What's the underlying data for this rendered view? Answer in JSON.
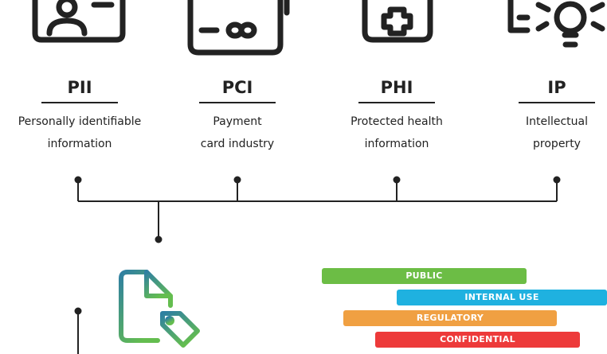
{
  "categories": [
    {
      "title": "PII",
      "desc1": "Personally identifiable",
      "desc2": "information",
      "icon": "id-card-icon"
    },
    {
      "title": "PCI",
      "desc1": "Payment",
      "desc2": "card industry",
      "icon": "credit-card-icon"
    },
    {
      "title": "PHI",
      "desc1": "Protected health",
      "desc2": "information",
      "icon": "medical-icon"
    },
    {
      "title": "IP",
      "desc1": "Intellectual",
      "desc2": "property",
      "icon": "lightbulb-idea-icon"
    }
  ],
  "tags": [
    {
      "label": "PUBLIC",
      "color": "#6cbd45"
    },
    {
      "label": "INTERNAL USE",
      "color": "#1fb1e0"
    },
    {
      "label": "REGULATORY",
      "color": "#f0a042"
    },
    {
      "label": "CONFIDENTIAL",
      "color": "#ed3a3a"
    }
  ],
  "document_icon": "document-tag-icon",
  "colors": {
    "ink": "#222222",
    "doc_gradient_top": "#2f7fa2",
    "doc_gradient_bottom": "#64bd4f"
  }
}
